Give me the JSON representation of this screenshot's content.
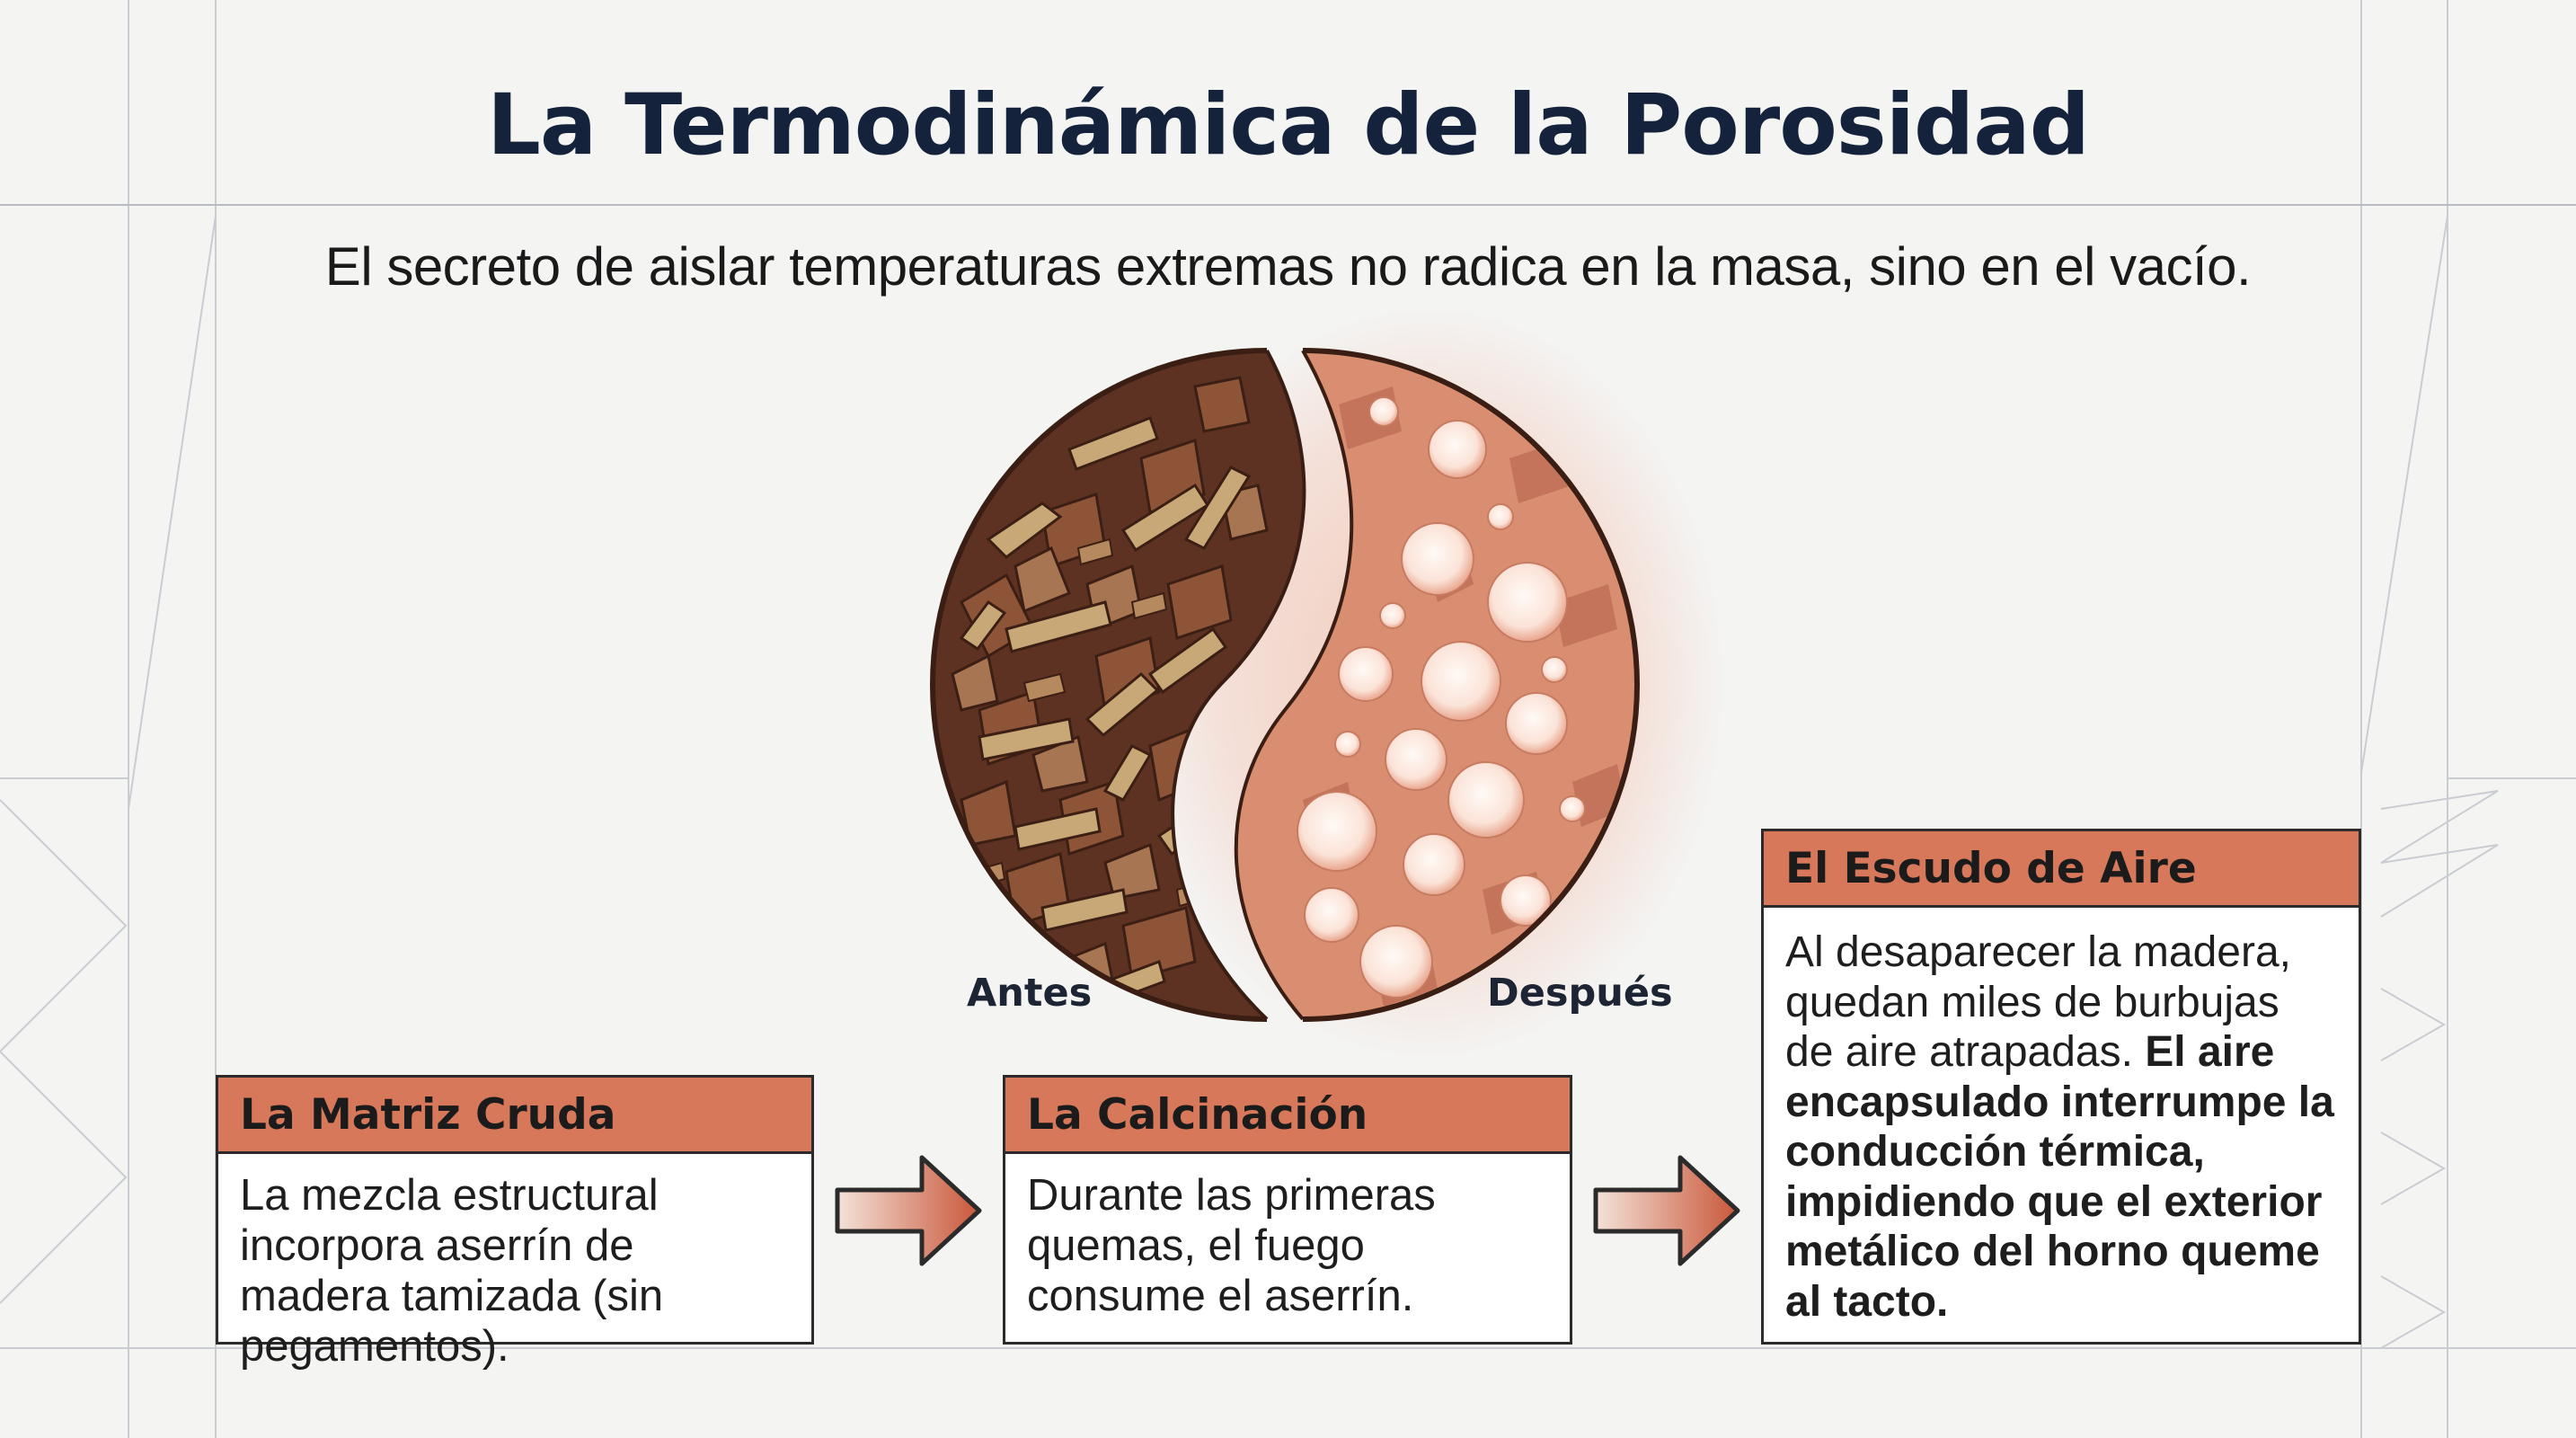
{
  "title": "La Termodinámica de la Porosidad",
  "subtitle": "El secreto de aislar temperaturas extremas no radica en la masa, sino en el vacío.",
  "circle": {
    "label_before": "Antes",
    "label_after": "Después"
  },
  "cards": {
    "matriz": {
      "header": "La Matriz Cruda",
      "body": "La mezcla estructural incorpora aserrín de madera tamizada (sin pegamentos)."
    },
    "calcinacion": {
      "header": "La Calcinación",
      "body": "Durante las primeras quemas, el fuego consume el aserrín."
    },
    "escudo": {
      "header": "El Escudo de Aire",
      "body_plain": "Al desaparecer la madera, quedan miles de burbujas de aire atrapadas. ",
      "body_bold": "El aire encapsulado interrumpe la conducción térmica, impidiendo que el exterior metálico del horno queme al tacto."
    }
  },
  "colors": {
    "header_fill": "#d8785a",
    "title": "#14233b",
    "earth_dark": "#7a3f2a",
    "earth_mid": "#8e5438",
    "wood": "#c9a877",
    "ceramic": "#df9b80",
    "bubble": "#fff5ee"
  },
  "icons": {
    "arrow": "arrow-right-icon"
  }
}
